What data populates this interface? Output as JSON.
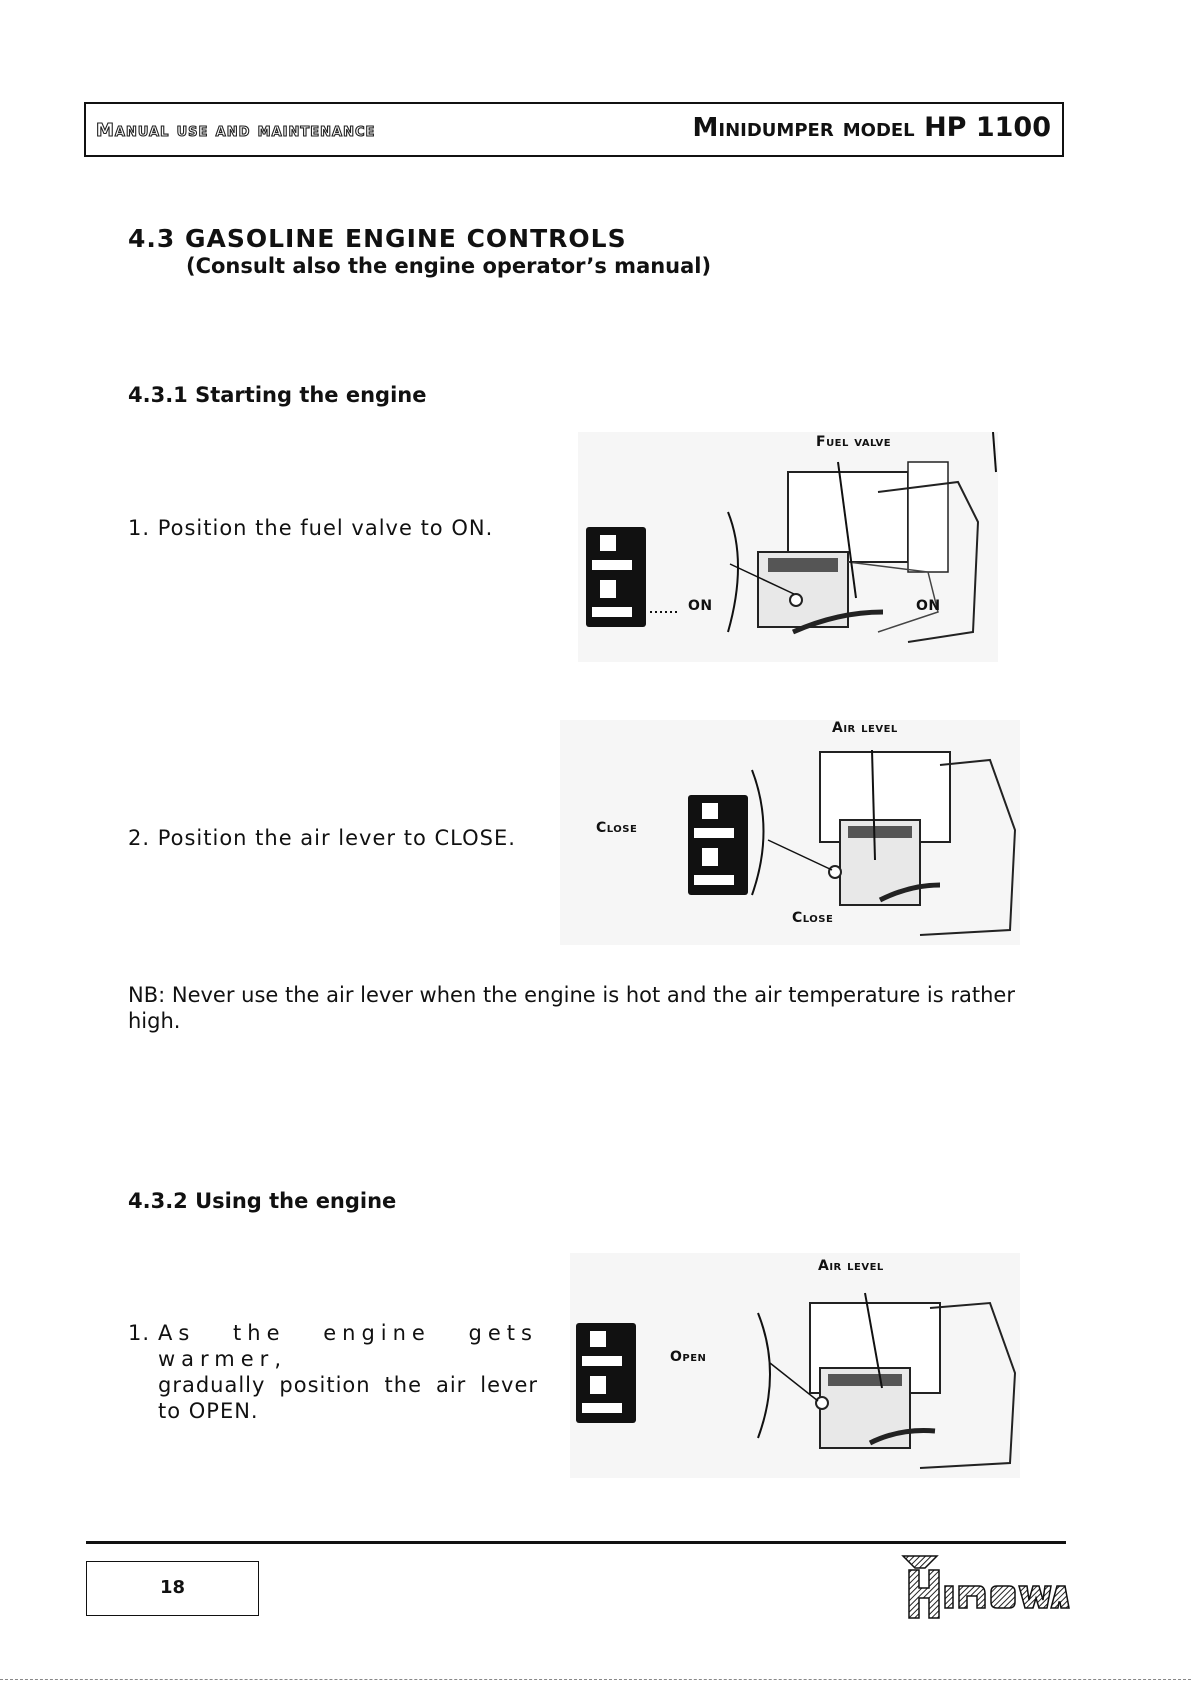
{
  "header": {
    "left_title": "Manual use and maintenance",
    "right_title_prefix": "Minidumper model",
    "right_title_model": "HP 1100"
  },
  "section": {
    "number_title": "4.3  GASOLINE ENGINE CONTROLS",
    "subtitle": "(Consult also the engine operator’s manual)"
  },
  "sub1": {
    "heading": "4.3.1   Starting the engine",
    "step1": "1. Position the fuel valve to ON.",
    "step2": "2. Position the air lever to CLOSE.",
    "note": "NB: Never use the air lever when the engine is hot and the air temperature is rather high."
  },
  "sub2": {
    "heading": "4.3.2   Using the engine",
    "step1_num": "1.",
    "step1_line1": "As the engine gets warmer,",
    "step1_rest": "gradually position the air lever to OPEN."
  },
  "figures": {
    "fig1": {
      "label_fuel_valve": "Fuel valve",
      "label_on_left": "ON",
      "label_on_right": "ON"
    },
    "fig2": {
      "label_air_level": "Air level",
      "label_close_left": "Close",
      "label_close_bottom": "Close"
    },
    "fig3": {
      "label_air_level": "Air level",
      "label_open": "Open"
    }
  },
  "footer": {
    "page_number": "18",
    "logo_text": "HINOWA"
  }
}
